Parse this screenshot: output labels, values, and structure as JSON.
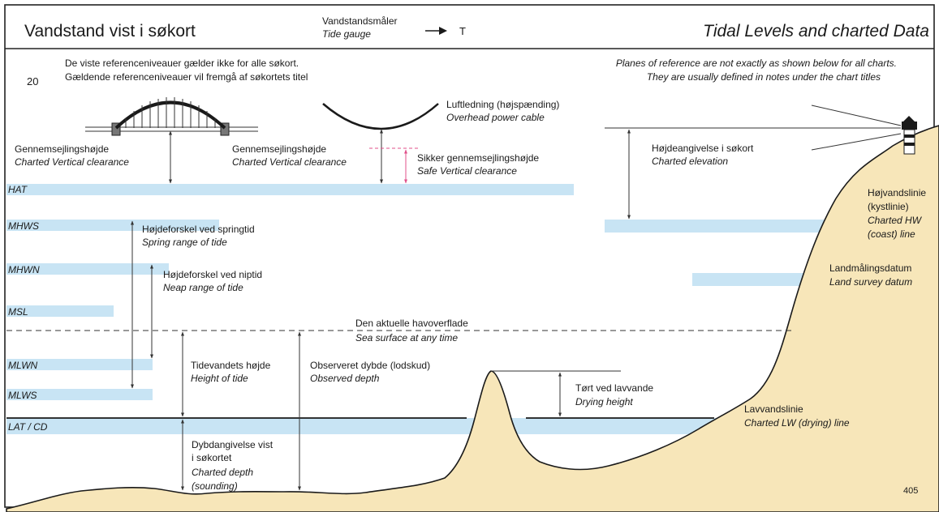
{
  "header": {
    "title_da": "Vandstand vist i søkort",
    "gauge_da": "Vandstandsmåler",
    "gauge_en": "Tide gauge",
    "gauge_symbol": "T",
    "title_en": "Tidal Levels and charted Data"
  },
  "chart_number": "20",
  "page_number": "405",
  "notes": {
    "da_line1": "De viste referenceniveauer gælder ikke for alle søkort.",
    "da_line2": "Gældende referenceniveauer vil fremgå af søkortets titel",
    "en_line1": "Planes of reference are not exactly as shown below for all charts.",
    "en_line2": "They are usually defined in notes under the chart titles"
  },
  "levels": {
    "hat": "HAT",
    "mhws": "MHWS",
    "mhwn": "MHWN",
    "msl": "MSL",
    "mlwn": "MLWN",
    "mlws": "MLWS",
    "lat_cd": "LAT / CD"
  },
  "labels": {
    "bridge_clearance_da": "Gennemsejlingshøjde",
    "bridge_clearance_en": "Charted Vertical clearance",
    "cable_clearance_da": "Gennemsejlingshøjde",
    "cable_clearance_en": "Charted Vertical clearance",
    "power_cable_da": "Luftledning (højspænding)",
    "power_cable_en": "Overhead power cable",
    "safe_clearance_da": "Sikker gennemsejlingshøjde",
    "safe_clearance_en": "Safe Vertical clearance",
    "elevation_da": "Højdeangivelse i søkort",
    "elevation_en": "Charted elevation",
    "hw_line_da1": "Højvandslinie",
    "hw_line_da2": "(kystlinie)",
    "hw_line_en1": "Charted HW",
    "hw_line_en2": "(coast) line",
    "land_survey_da": "Landmålingsdatum",
    "land_survey_en": "Land survey datum",
    "spring_range_da": "Højdeforskel ved springtid",
    "spring_range_en": "Spring range of tide",
    "neap_range_da": "Højdeforskel ved niptid",
    "neap_range_en": "Neap range of tide",
    "sea_surface_da": "Den aktuelle havoverflade",
    "sea_surface_en": "Sea surface at any time",
    "height_of_tide_da": "Tidevandets højde",
    "height_of_tide_en": "Height of tide",
    "observed_depth_da": "Observeret dybde (lodskud)",
    "observed_depth_en": "Observed depth",
    "drying_height_da": "Tørt ved lavvande",
    "drying_height_en": "Drying height",
    "lw_line_da": "Lavvandslinie",
    "lw_line_en": "Charted LW (drying) line",
    "charted_depth_da1": "Dybdangivelse vist",
    "charted_depth_da2": "i søkortet",
    "charted_depth_en1": "Charted depth",
    "charted_depth_en2": "(sounding)"
  },
  "colors": {
    "water_band": "#c8e4f4",
    "land": "#f7e6b9",
    "safe_clearance": "#e0508a"
  }
}
